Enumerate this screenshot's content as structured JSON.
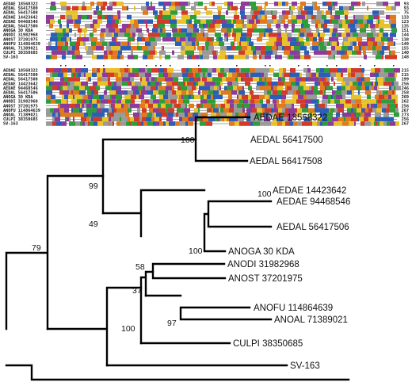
{
  "alignment": {
    "blocks": [
      {
        "rows": [
          {
            "name": "AEDAE 18568322",
            "end": "93"
          },
          {
            "name": "AEDAL 56417500",
            "end": "93"
          },
          {
            "name": "AEDAL 56417508",
            "end": "75"
          },
          {
            "name": "AEDAE 14423642",
            "end": "133"
          },
          {
            "name": "AEDAE 94468546",
            "end": "123"
          },
          {
            "name": "AEDAL 56417506",
            "end": "135"
          },
          {
            "name": "ANOGA 30 KDA",
            "end": "151"
          },
          {
            "name": "ANODI 31982968",
            "end": "144"
          },
          {
            "name": "ANOST 37201975",
            "end": "138"
          },
          {
            "name": "ANOFU 114864639",
            "end": "149"
          },
          {
            "name": "ANOAL 71389021",
            "end": "155"
          },
          {
            "name": "CULPI 38350685",
            "end": "140"
          },
          {
            "name": "SV-163",
            "end": "148"
          }
        ]
      },
      {
        "rows": [
          {
            "name": "AEDAE 18568322",
            "end": "215"
          },
          {
            "name": "AEDAL 56417500",
            "end": "215"
          },
          {
            "name": "AEDAL 56417508",
            "end": "199"
          },
          {
            "name": "AEDAE 14423642",
            "end": "256"
          },
          {
            "name": "AEDAE 94468546",
            "end": "246"
          },
          {
            "name": "AEDAL 56417506",
            "end": "258"
          },
          {
            "name": "ANOGA 30 KDA",
            "end": "269"
          },
          {
            "name": "ANODI 31982968",
            "end": "262"
          },
          {
            "name": "ANOST 37201975",
            "end": "256"
          },
          {
            "name": "ANOFU 114864639",
            "end": "267"
          },
          {
            "name": "ANOAL 71389021",
            "end": "273"
          },
          {
            "name": "CULPI 38350685",
            "end": "256"
          },
          {
            "name": "SV-163",
            "end": "267"
          }
        ]
      }
    ],
    "colors": {
      "green": "#2e9e3a",
      "red": "#d23a2a",
      "orange": "#e07a1c",
      "blue": "#2a5fb8",
      "purple": "#8c3a9c",
      "yellow": "#e8c22a",
      "gray": "#9a9a9a",
      "background": "#ffffff"
    }
  },
  "tree": {
    "leaves": [
      {
        "id": "l1",
        "label": "AEDAE 18568322"
      },
      {
        "id": "l2",
        "label": "AEDAL 56417500"
      },
      {
        "id": "l3",
        "label": "AEDAL 56417508"
      },
      {
        "id": "l4",
        "label": "AEDAE 14423642"
      },
      {
        "id": "l5",
        "label": "AEDAE 94468546"
      },
      {
        "id": "l6",
        "label": "AEDAL 56417506"
      },
      {
        "id": "l7",
        "label": "ANOGA 30 KDA"
      },
      {
        "id": "l8",
        "label": "ANODI 31982968"
      },
      {
        "id": "l9",
        "label": "ANOST 37201975"
      },
      {
        "id": "l10",
        "label": "ANOFU 114864639"
      },
      {
        "id": "l11",
        "label": "ANOAL 71389021"
      },
      {
        "id": "l12",
        "label": "CULPI 38350685"
      },
      {
        "id": "l13",
        "label": "SV-163"
      }
    ],
    "bootstrap": [
      {
        "id": "b1",
        "value": "100"
      },
      {
        "id": "b2",
        "value": "99"
      },
      {
        "id": "b3",
        "value": "49"
      },
      {
        "id": "b4",
        "value": "100"
      },
      {
        "id": "b5",
        "value": "100"
      },
      {
        "id": "b6",
        "value": "79"
      },
      {
        "id": "b7",
        "value": "58"
      },
      {
        "id": "b8",
        "value": "37"
      },
      {
        "id": "b9",
        "value": "97"
      },
      {
        "id": "b10",
        "value": "100"
      }
    ]
  }
}
